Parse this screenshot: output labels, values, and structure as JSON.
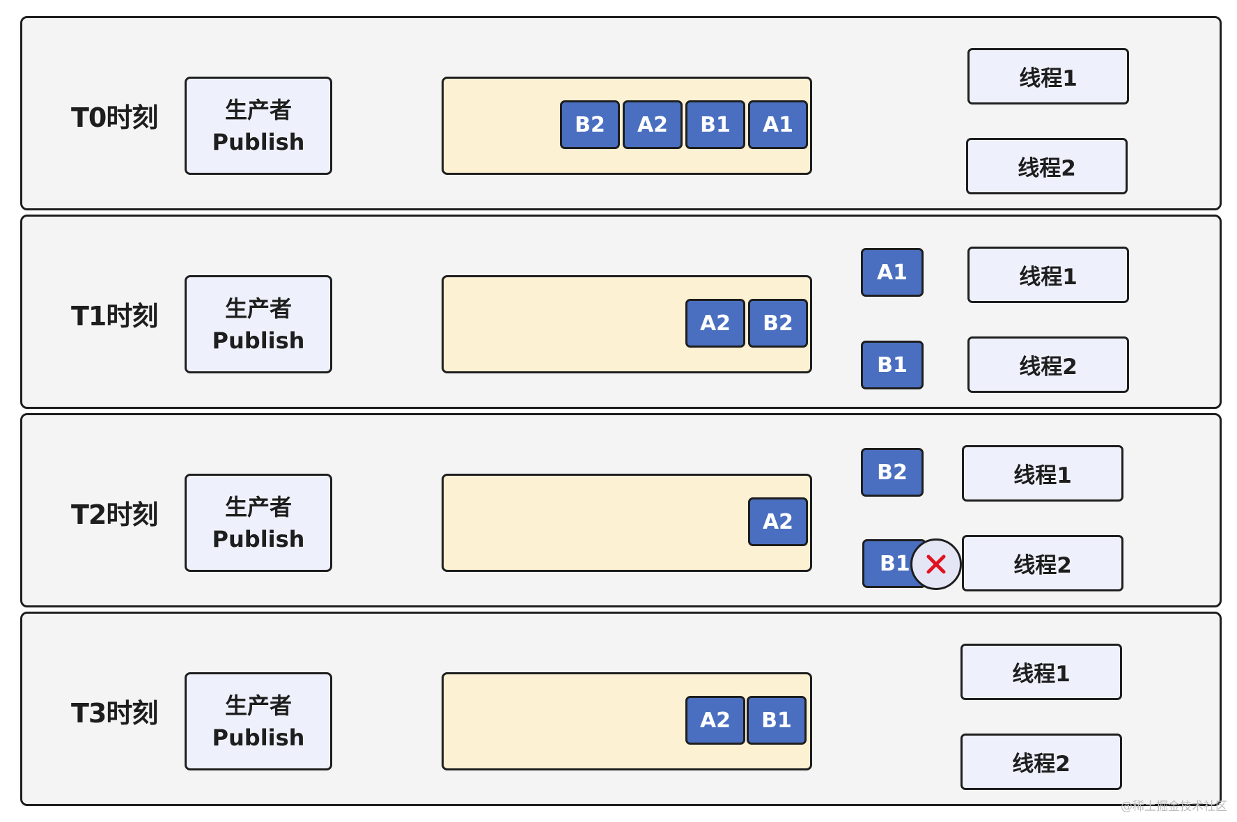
{
  "panels": [
    {
      "time_label": "T0时刻",
      "producer": {
        "title": "生产者",
        "subtitle": "Publish"
      },
      "queue_messages": [
        "B2",
        "A2",
        "B1",
        "A1"
      ],
      "threads": [
        "线程1",
        "线程2"
      ]
    },
    {
      "time_label": "T1时刻",
      "producer": {
        "title": "生产者",
        "subtitle": "Publish"
      },
      "queue_messages": [
        "A2",
        "B2"
      ],
      "dispatched": [
        "A1",
        "B1"
      ],
      "threads": [
        "线程1",
        "线程2"
      ]
    },
    {
      "time_label": "T2时刻",
      "producer": {
        "title": "生产者",
        "subtitle": "Publish"
      },
      "queue_messages": [
        "A2"
      ],
      "dispatched": [
        "B2",
        "B1"
      ],
      "failed_icon": "x-icon",
      "threads": [
        "线程1",
        "线程2"
      ]
    },
    {
      "time_label": "T3时刻",
      "producer": {
        "title": "生产者",
        "subtitle": "Publish"
      },
      "queue_messages": [
        "A2",
        "B1"
      ],
      "threads": [
        "线程1",
        "线程2"
      ]
    }
  ],
  "watermark": "@稀土掘金技术社区",
  "colors": {
    "panel_bg": "#f4f4f4",
    "producer_bg": "#eef1fb",
    "queue_bg": "#fdf1d3",
    "message_bg": "#4a6fc0",
    "fail_x": "#e0141e"
  }
}
